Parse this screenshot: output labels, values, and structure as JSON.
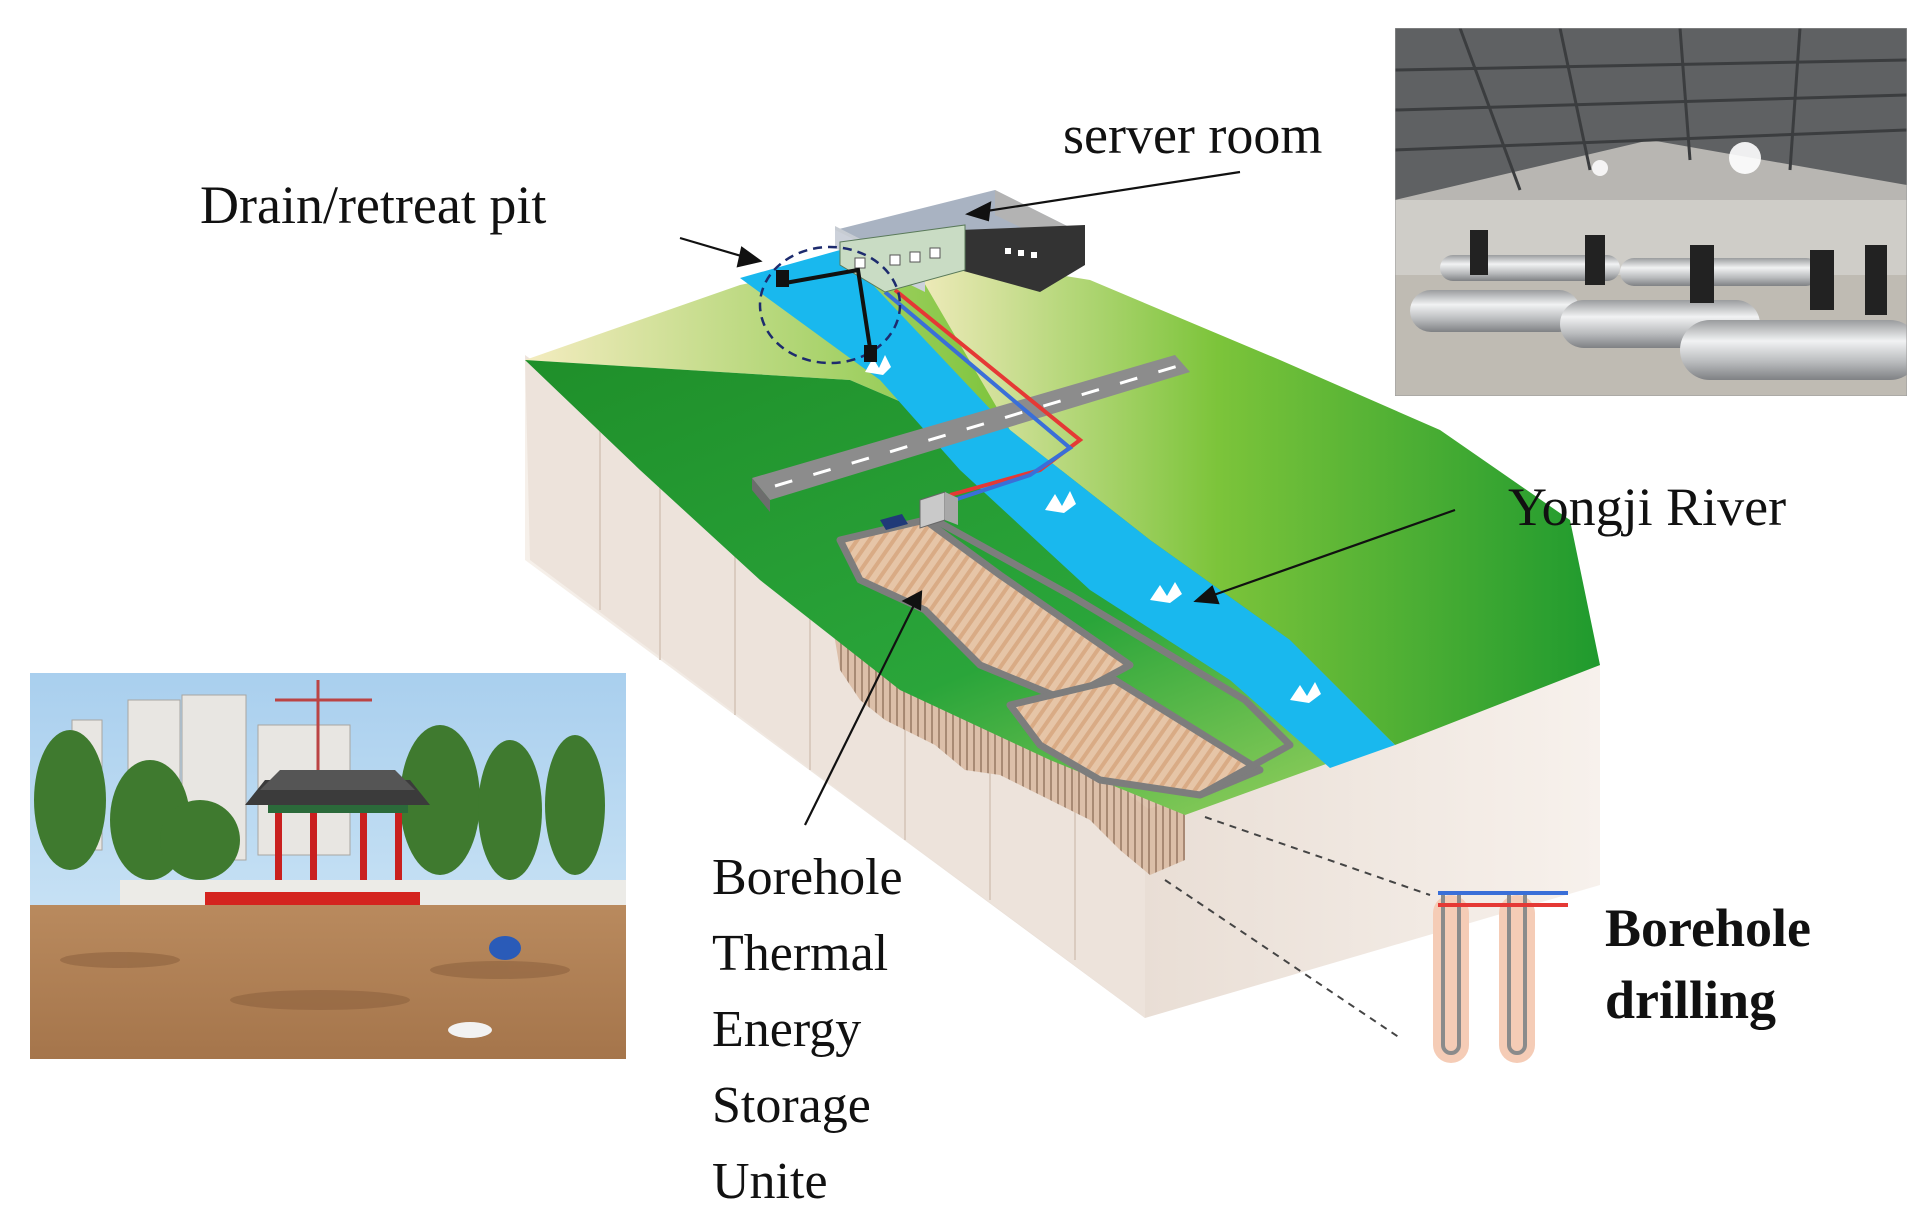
{
  "labels": {
    "server_room": "server room",
    "drain_pit": "Drain/retreat pit",
    "river": "Yongji River",
    "btes": [
      "Borehole",
      "Thermal",
      "Energy",
      "Storage",
      "Unite"
    ],
    "borehole_drilling": [
      "Borehole",
      "drilling"
    ]
  },
  "colors": {
    "grass": "#1f9a2e",
    "river": "#19b8ee",
    "road": "#8c8c8c",
    "soil": "#ecdcd2",
    "borefield": "#e3c2a4",
    "pipe_hot": "#e53935",
    "pipe_cold": "#3a6fd8"
  },
  "icons": [
    "server-room-building",
    "drain-pit-marker",
    "borehole-u-tube-icon",
    "server-room-photo",
    "site-photo"
  ]
}
